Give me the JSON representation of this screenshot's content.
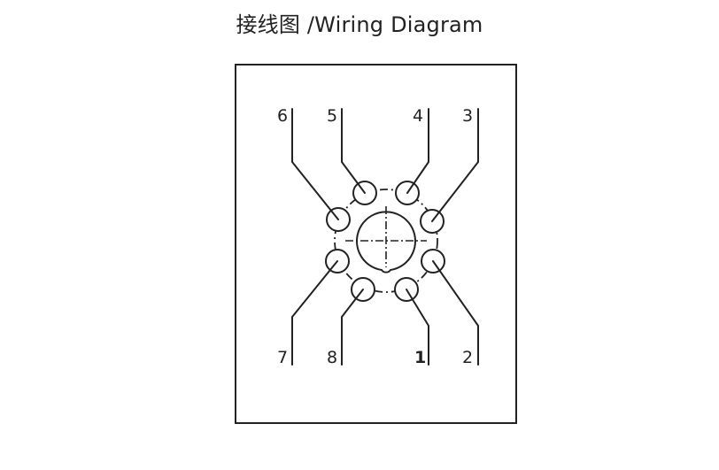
{
  "title": "接线图 /Wiring Diagram",
  "pins": {
    "p1": "1",
    "p2": "2",
    "p3": "3",
    "p4": "4",
    "p5": "5",
    "p6": "6",
    "p7": "7",
    "p8": "8"
  },
  "colors": {
    "line": "#222222",
    "background": "#ffffff"
  }
}
